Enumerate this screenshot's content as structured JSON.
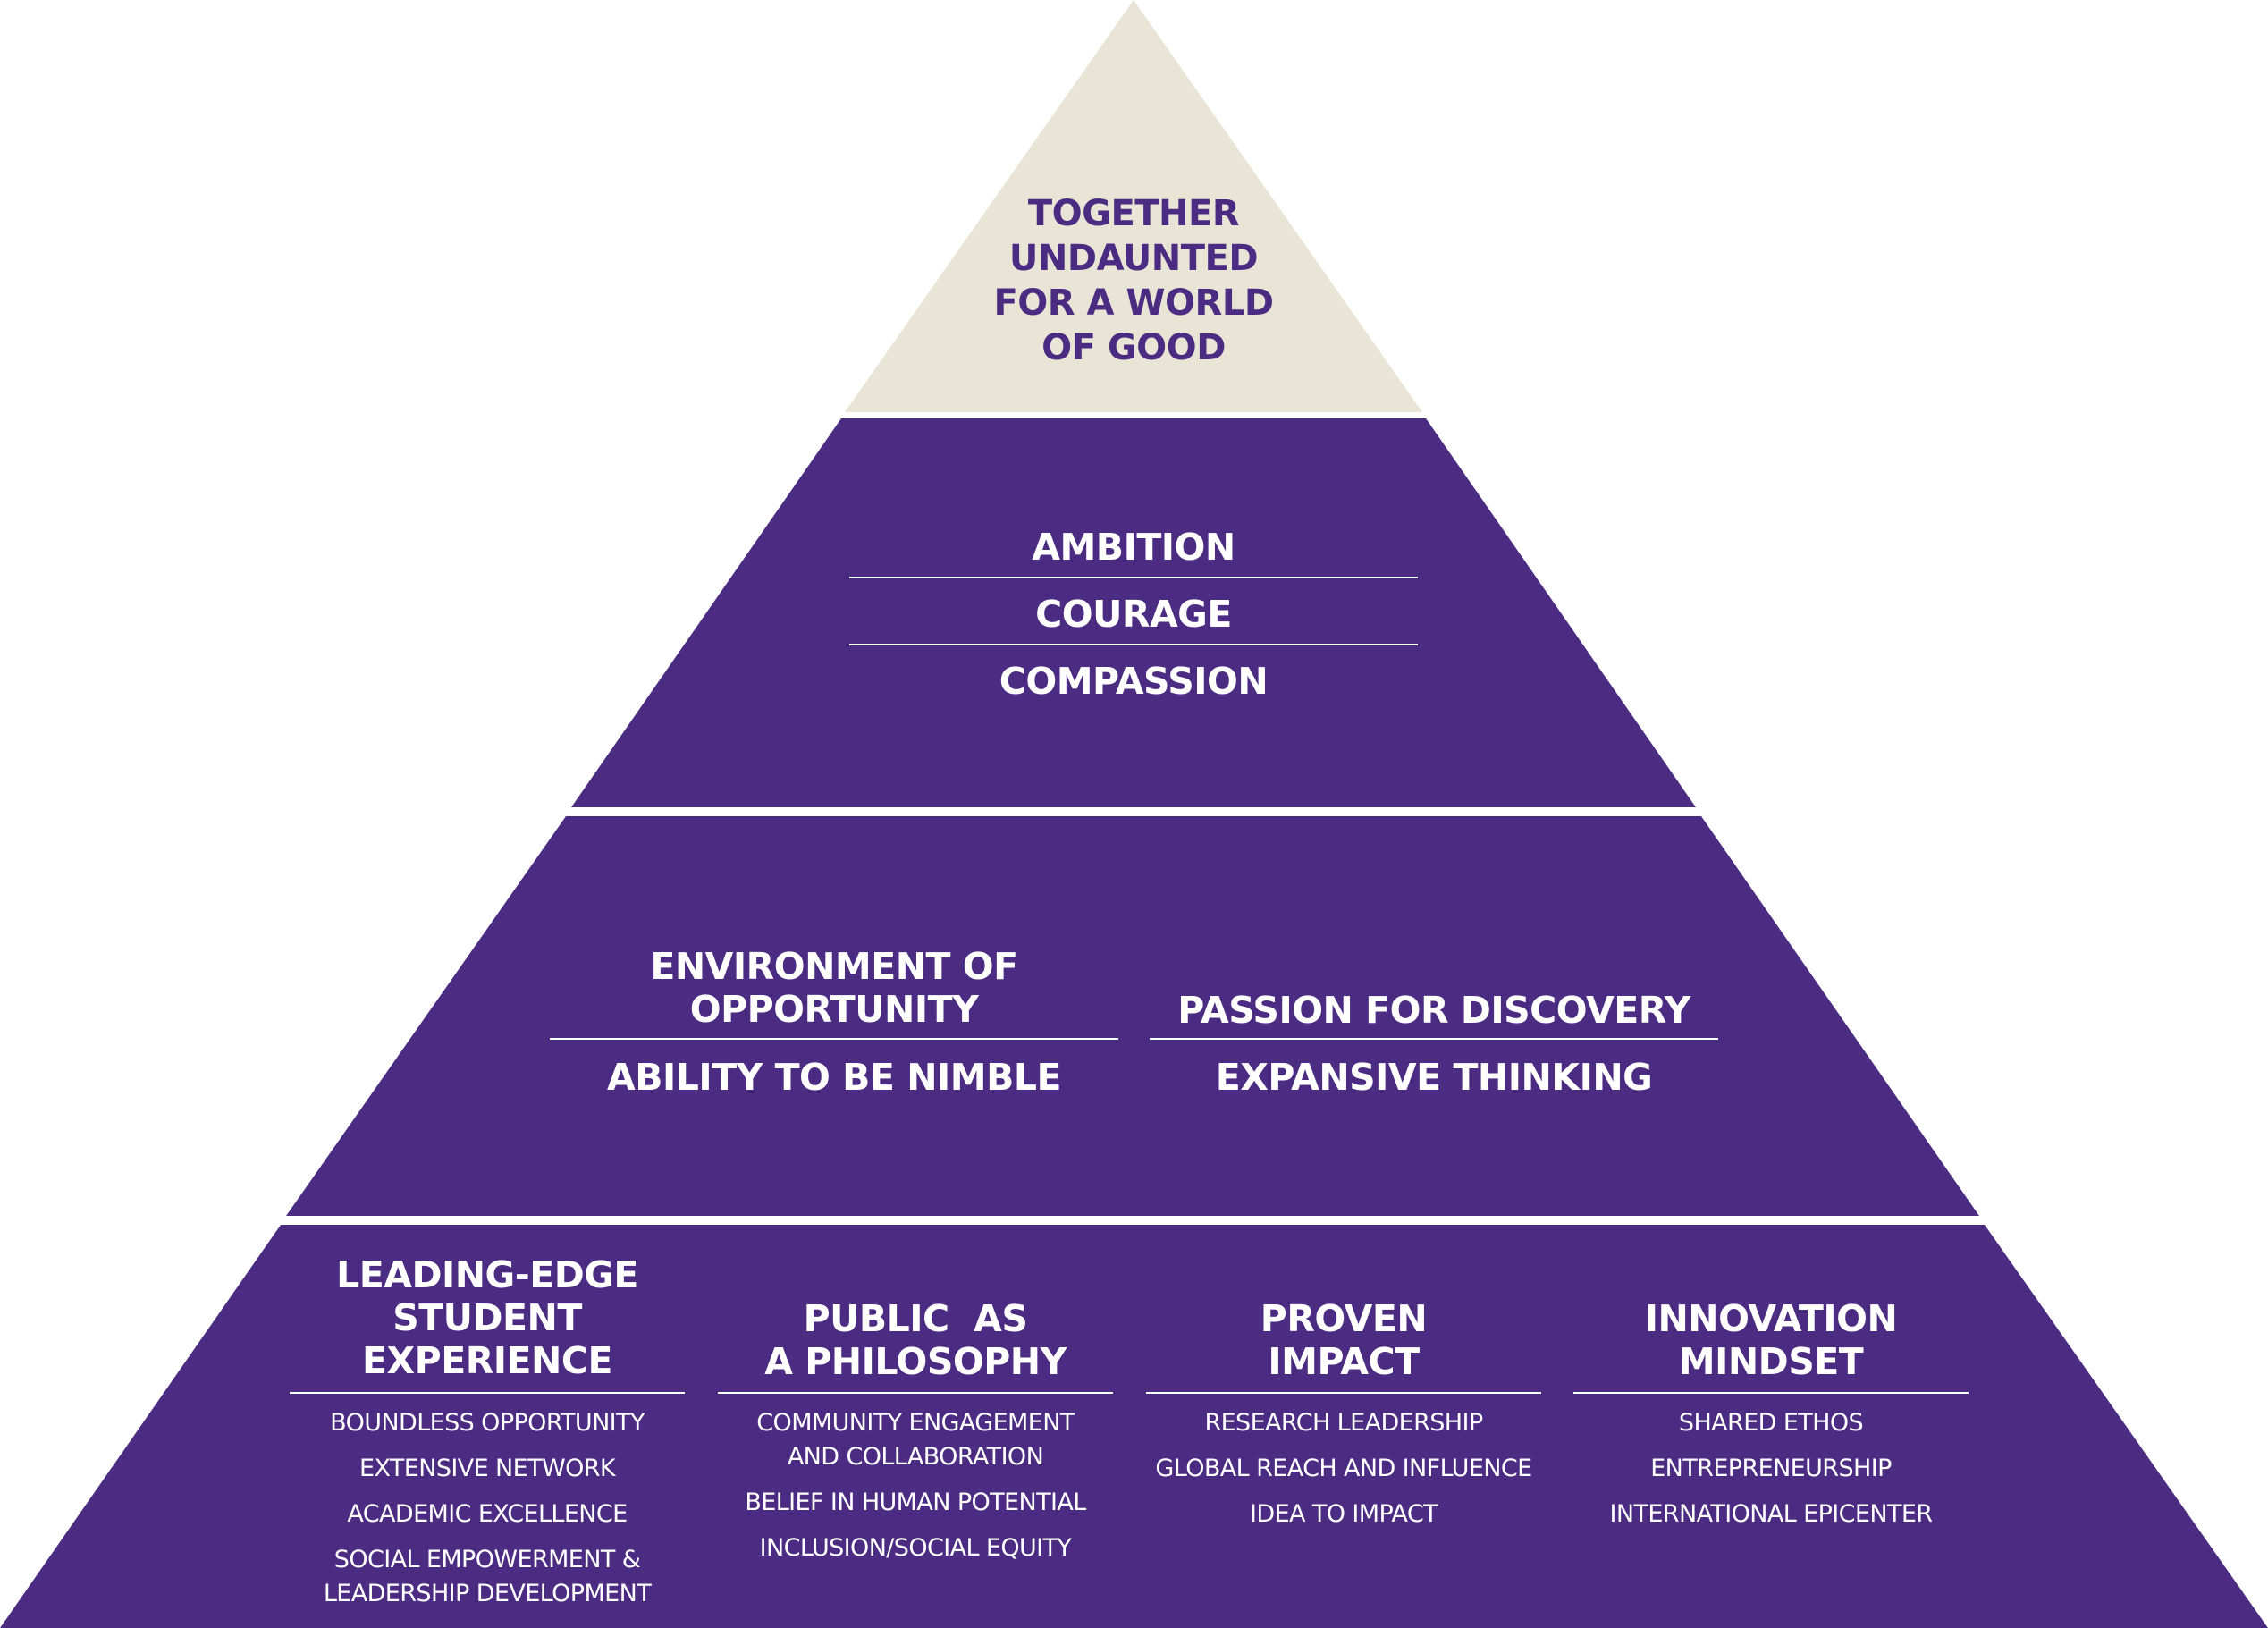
{
  "colors": {
    "purple": "#4b2c82",
    "apex_fill": "#e8e4d6",
    "text_light": "#ffffff"
  },
  "apex": {
    "lines": [
      "TOGETHER",
      "UNDAUNTED",
      "FOR A WORLD",
      "OF GOOD"
    ]
  },
  "tier2": {
    "values": [
      "AMBITION",
      "COURAGE",
      "COMPASSION"
    ]
  },
  "tier3": {
    "left": {
      "title_lines": [
        "ENVIRONMENT OF",
        "OPPORTUNITY"
      ],
      "second": "ABILITY TO BE NIMBLE"
    },
    "right": {
      "title": "PASSION FOR DISCOVERY",
      "second": "EXPANSIVE THINKING"
    }
  },
  "tier4": {
    "columns": [
      {
        "title_lines": [
          "LEADING-EDGE",
          "STUDENT",
          "EXPERIENCE"
        ],
        "items": [
          [
            "BOUNDLESS OPPORTUNITY"
          ],
          [
            "EXTENSIVE NETWORK"
          ],
          [
            "ACADEMIC EXCELLENCE"
          ],
          [
            "SOCIAL EMPOWERMENT &",
            "LEADERSHIP DEVELOPMENT"
          ]
        ]
      },
      {
        "title_lines": [
          "PUBLIC  AS",
          "A PHILOSOPHY"
        ],
        "items": [
          [
            "COMMUNITY ENGAGEMENT",
            "AND COLLABORATION"
          ],
          [
            "BELIEF IN HUMAN POTENTIAL"
          ],
          [
            "INCLUSION/SOCIAL EQUITY"
          ]
        ]
      },
      {
        "title_lines": [
          "PROVEN",
          "IMPACT"
        ],
        "items": [
          [
            "RESEARCH LEADERSHIP"
          ],
          [
            "GLOBAL REACH AND INFLUENCE"
          ],
          [
            "IDEA TO IMPACT"
          ]
        ]
      },
      {
        "title_lines": [
          "INNOVATION",
          "MINDSET"
        ],
        "items": [
          [
            "SHARED ETHOS"
          ],
          [
            "ENTREPRENEURSHIP"
          ],
          [
            "INTERNATIONAL EPICENTER"
          ]
        ]
      }
    ]
  }
}
